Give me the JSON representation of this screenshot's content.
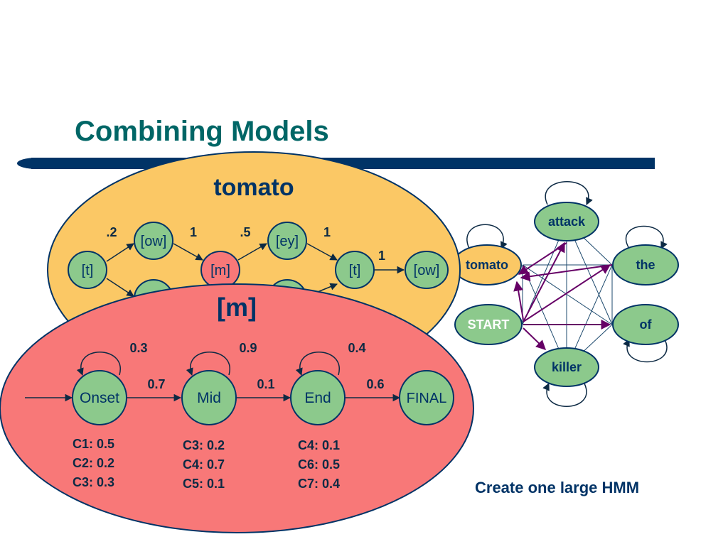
{
  "slide": {
    "title": "Combining Models",
    "caption": "Create one large HMM"
  },
  "colors": {
    "title": "#006666",
    "bar": "#003366",
    "node_fill": "#8cc98c",
    "node_stroke": "#003366",
    "tomato_oval": "#fbc865",
    "m_oval": "#f87878",
    "m_node": "#f87878",
    "purple": "#660066",
    "thin_line": "#1e4a6e"
  },
  "tomato_model": {
    "label": "tomato",
    "states": [
      "[t]",
      "[ow]",
      "[m]",
      "[ey]",
      "[t]",
      "[ow]"
    ],
    "edge_labels": [
      ".2",
      "1",
      ".5",
      "1",
      "1"
    ]
  },
  "m_model": {
    "label": "[m]",
    "states": [
      "Onset",
      "Mid",
      "End",
      "FINAL"
    ],
    "self_loop_probs": [
      "0.3",
      "0.9",
      "0.4"
    ],
    "transition_probs": [
      "0.7",
      "0.1",
      "0.6"
    ],
    "emissions": [
      [
        "C1: 0.5",
        "C2: 0.2",
        "C3: 0.3"
      ],
      [
        "C3: 0.2",
        "C4: 0.7",
        "C5: 0.1"
      ],
      [
        "C4: 0.1",
        "C6: 0.5",
        "C7: 0.4"
      ]
    ]
  },
  "word_graph": {
    "nodes": [
      "attack",
      "the",
      "of",
      "killer",
      "START",
      "tomato"
    ]
  }
}
